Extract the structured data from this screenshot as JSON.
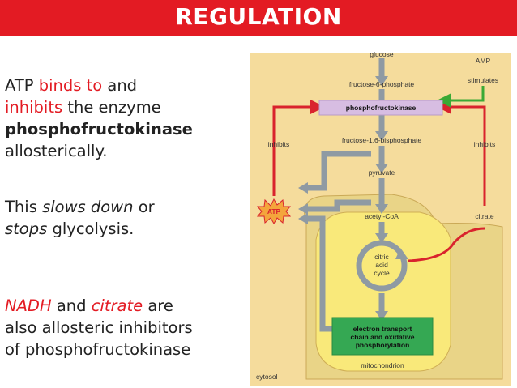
{
  "header": {
    "title": "REGULATION"
  },
  "paragraph1": {
    "w1": "ATP",
    "w2": "binds to",
    "w3": "and",
    "w4": "inhibits",
    "w5": "the enzyme",
    "w6": "phosphofructokinase",
    "w7": "allosterically."
  },
  "paragraph2": {
    "w1": "This",
    "w2": "slows down",
    "w3": "or",
    "w4": "stops",
    "w5": "glycolysis."
  },
  "paragraph3": {
    "w1": "NADH",
    "w2": "and",
    "w3": "citrate",
    "w4": "are",
    "w5": "also allosteric inhibitors",
    "w6": "of phosphofructokinase"
  },
  "diagram": {
    "glucose": "glucose",
    "f6p": "fructose-6-phosphate",
    "pfk": "phosphofructokinase",
    "f16bp": "fructose-1,6-bisphosphate",
    "pyruvate": "pyruvate",
    "acetyl_coa": "acetyl-CoA",
    "citric_l1": "citric",
    "citric_l2": "acid",
    "citric_l3": "cycle",
    "etc_l1": "electron transport",
    "etc_l2": "chain and oxidative",
    "etc_l3": "phosphorylation",
    "mitochondrion": "mitochondrion",
    "cytosol": "cytosol",
    "amp": "AMP",
    "stimulates": "stimulates",
    "inhibits_left": "inhibits",
    "inhibits_right": "inhibits",
    "atp": "ATP",
    "citrate": "citrate"
  },
  "colors": {
    "banner": "#e31b23",
    "inhibit_arrow": "#d9232d",
    "stimulate_arrow": "#3aa935",
    "pathway_arrow": "#8f9aa3",
    "cytosol_bg": "#f5dc9c",
    "mito_fill": "#f9e97a",
    "etc_box": "#35a853",
    "pfk_box": "#d7bde2"
  }
}
